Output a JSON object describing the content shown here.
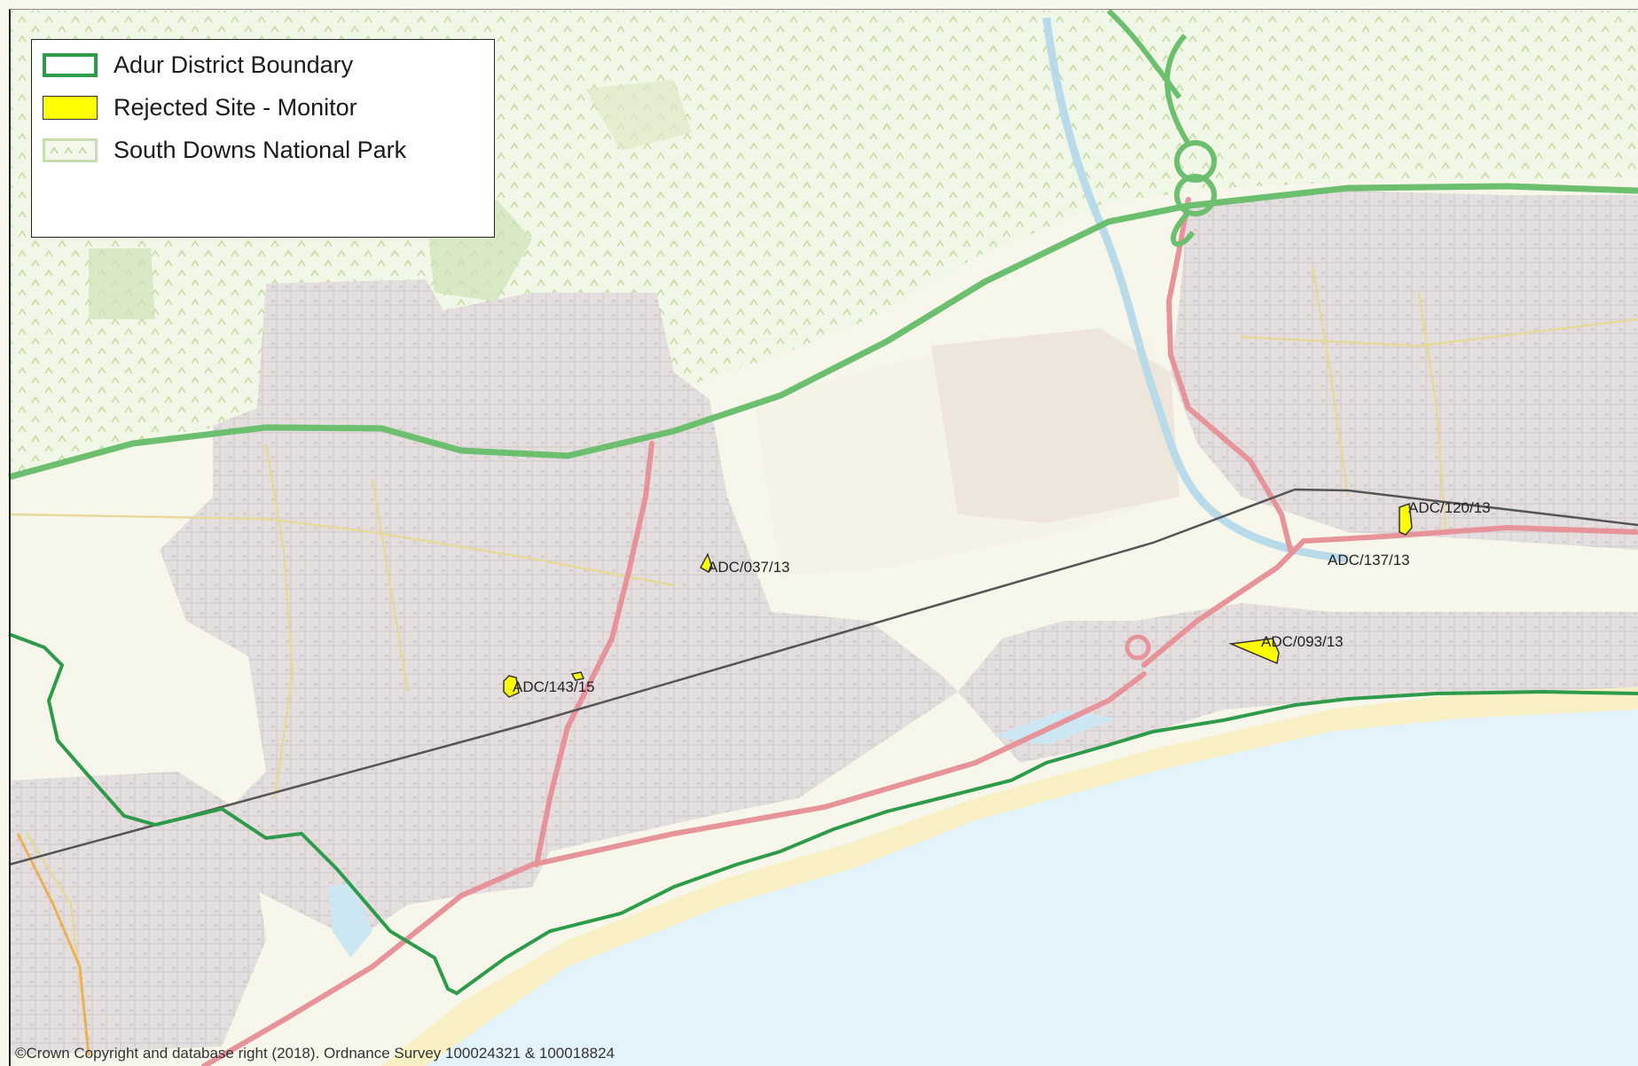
{
  "legend": {
    "items": [
      {
        "label": "Adur District Boundary",
        "icon": "boundary-swatch",
        "color": "#2e9b4a"
      },
      {
        "label": "Rejected Site - Monitor",
        "icon": "rejected-site-swatch",
        "color": "#ffff00"
      },
      {
        "label": "South Downs National Park",
        "icon": "national-park-swatch",
        "color": "#c7dfb0"
      }
    ]
  },
  "sites": [
    {
      "label": "ADC/037/13"
    },
    {
      "label": "ADC/143/15"
    },
    {
      "label": "ADC/120/13"
    },
    {
      "label": "ADC/137/13"
    },
    {
      "label": "ADC/093/13"
    }
  ],
  "copyright": "©Crown Copyright and database right (2018). Ordnance Survey 100024321 & 100018824",
  "colors": {
    "sea": "#e3f3fb",
    "beach": "#f8f0c4",
    "land": "#f7f6ea",
    "urban": "#e2dcdc",
    "park": "#eef5de",
    "major_road": "#e6939a",
    "railway": "#555555",
    "boundary": "#2e9b4a"
  }
}
